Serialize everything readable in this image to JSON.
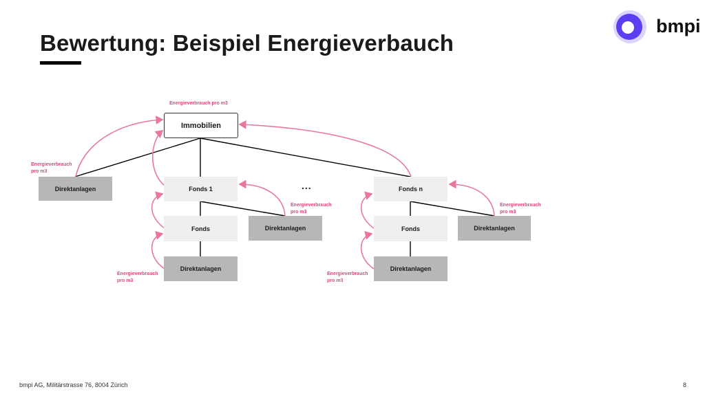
{
  "slide": {
    "title": "Bewertung: Beispiel Energieverbauch",
    "logo_text": "bmpi",
    "footer": "bmpi AG, Militärstrasse 76, 8004 Zürich",
    "page_number": "8"
  },
  "diagram": {
    "nodes": {
      "immobilien": "Immobilien",
      "direkt_left": "Direktanlagen",
      "fonds1": "Fonds 1",
      "fonds1_sub": "Fonds",
      "fonds1_sub_direkt": "Direktanlagen",
      "fonds1_direkt": "Direktanlagen",
      "fondsn": "Fonds n",
      "fondsn_sub": "Fonds",
      "fondsn_sub_direkt": "Direktanlagen",
      "fondsn_direkt": "Direktanlagen"
    },
    "ellipsis": "...",
    "notes": {
      "top": "Energieverbrauch pro m3",
      "left_line1": "Energieverbrauch",
      "left_line2": "pro m3",
      "fonds1_right_line1": "Energieverbrauch",
      "fonds1_right_line2": "pro m3",
      "fonds1_bottom_line1": "Energieverbrauch",
      "fonds1_bottom_line2": "pro m3",
      "fondsn_right_line1": "Energieverbrauch",
      "fondsn_right_line2": "pro m3",
      "fondsn_bottom_line1": "Energieverbrauch",
      "fondsn_bottom_line2": "pro m3"
    },
    "colors": {
      "arrow": "#e8779c",
      "annotation": "#d94a7a",
      "line": "#000000",
      "node_light": "#eeeeee",
      "node_dark": "#b7b7b7"
    }
  }
}
